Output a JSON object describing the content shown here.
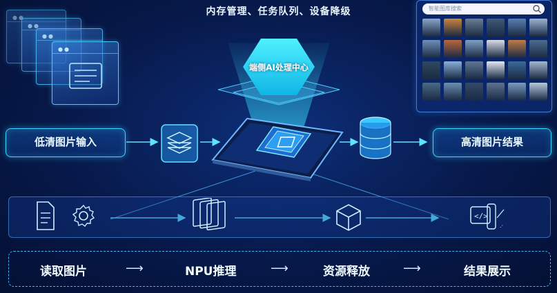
{
  "header": {
    "title": "内存管理、任务队列、设备降级"
  },
  "center": {
    "label": "端侧AI处理中心"
  },
  "flow": {
    "input_label": "低清图片输入",
    "output_label": "高清图片结果"
  },
  "gallery": {
    "search_placeholder": "智能图库搜索",
    "thumb_colors": [
      "#8aa6c8",
      "#c8843a",
      "#6b7e92",
      "#3f5a7a",
      "#5a7fb0",
      "#9bb4d2",
      "#6f8fb7",
      "#b8673a",
      "#7fa0c4",
      "#d9dde6",
      "#c07a48",
      "#4d6b8f",
      "#2f4a5f",
      "#8ab0d8",
      "#5f7892",
      "#e2e8f2",
      "#3a6a9a",
      "#a6b8cc",
      "#4a6a86",
      "#6c8fb0",
      "#344a66",
      "#5c7390",
      "#7a9cc0",
      "#b7c9dd"
    ]
  },
  "steps": [
    "读取图片",
    "NPU推理",
    "资源释放",
    "结果展示"
  ],
  "colors": {
    "accent": "#38d7ff",
    "background": "#07194a"
  },
  "icons": [
    "window-icon",
    "search-icon",
    "layers-icon",
    "database-icon",
    "chip-icon",
    "phone-icon",
    "document-icon",
    "gear-icon",
    "files-icon",
    "cube-icon",
    "code-icon"
  ]
}
